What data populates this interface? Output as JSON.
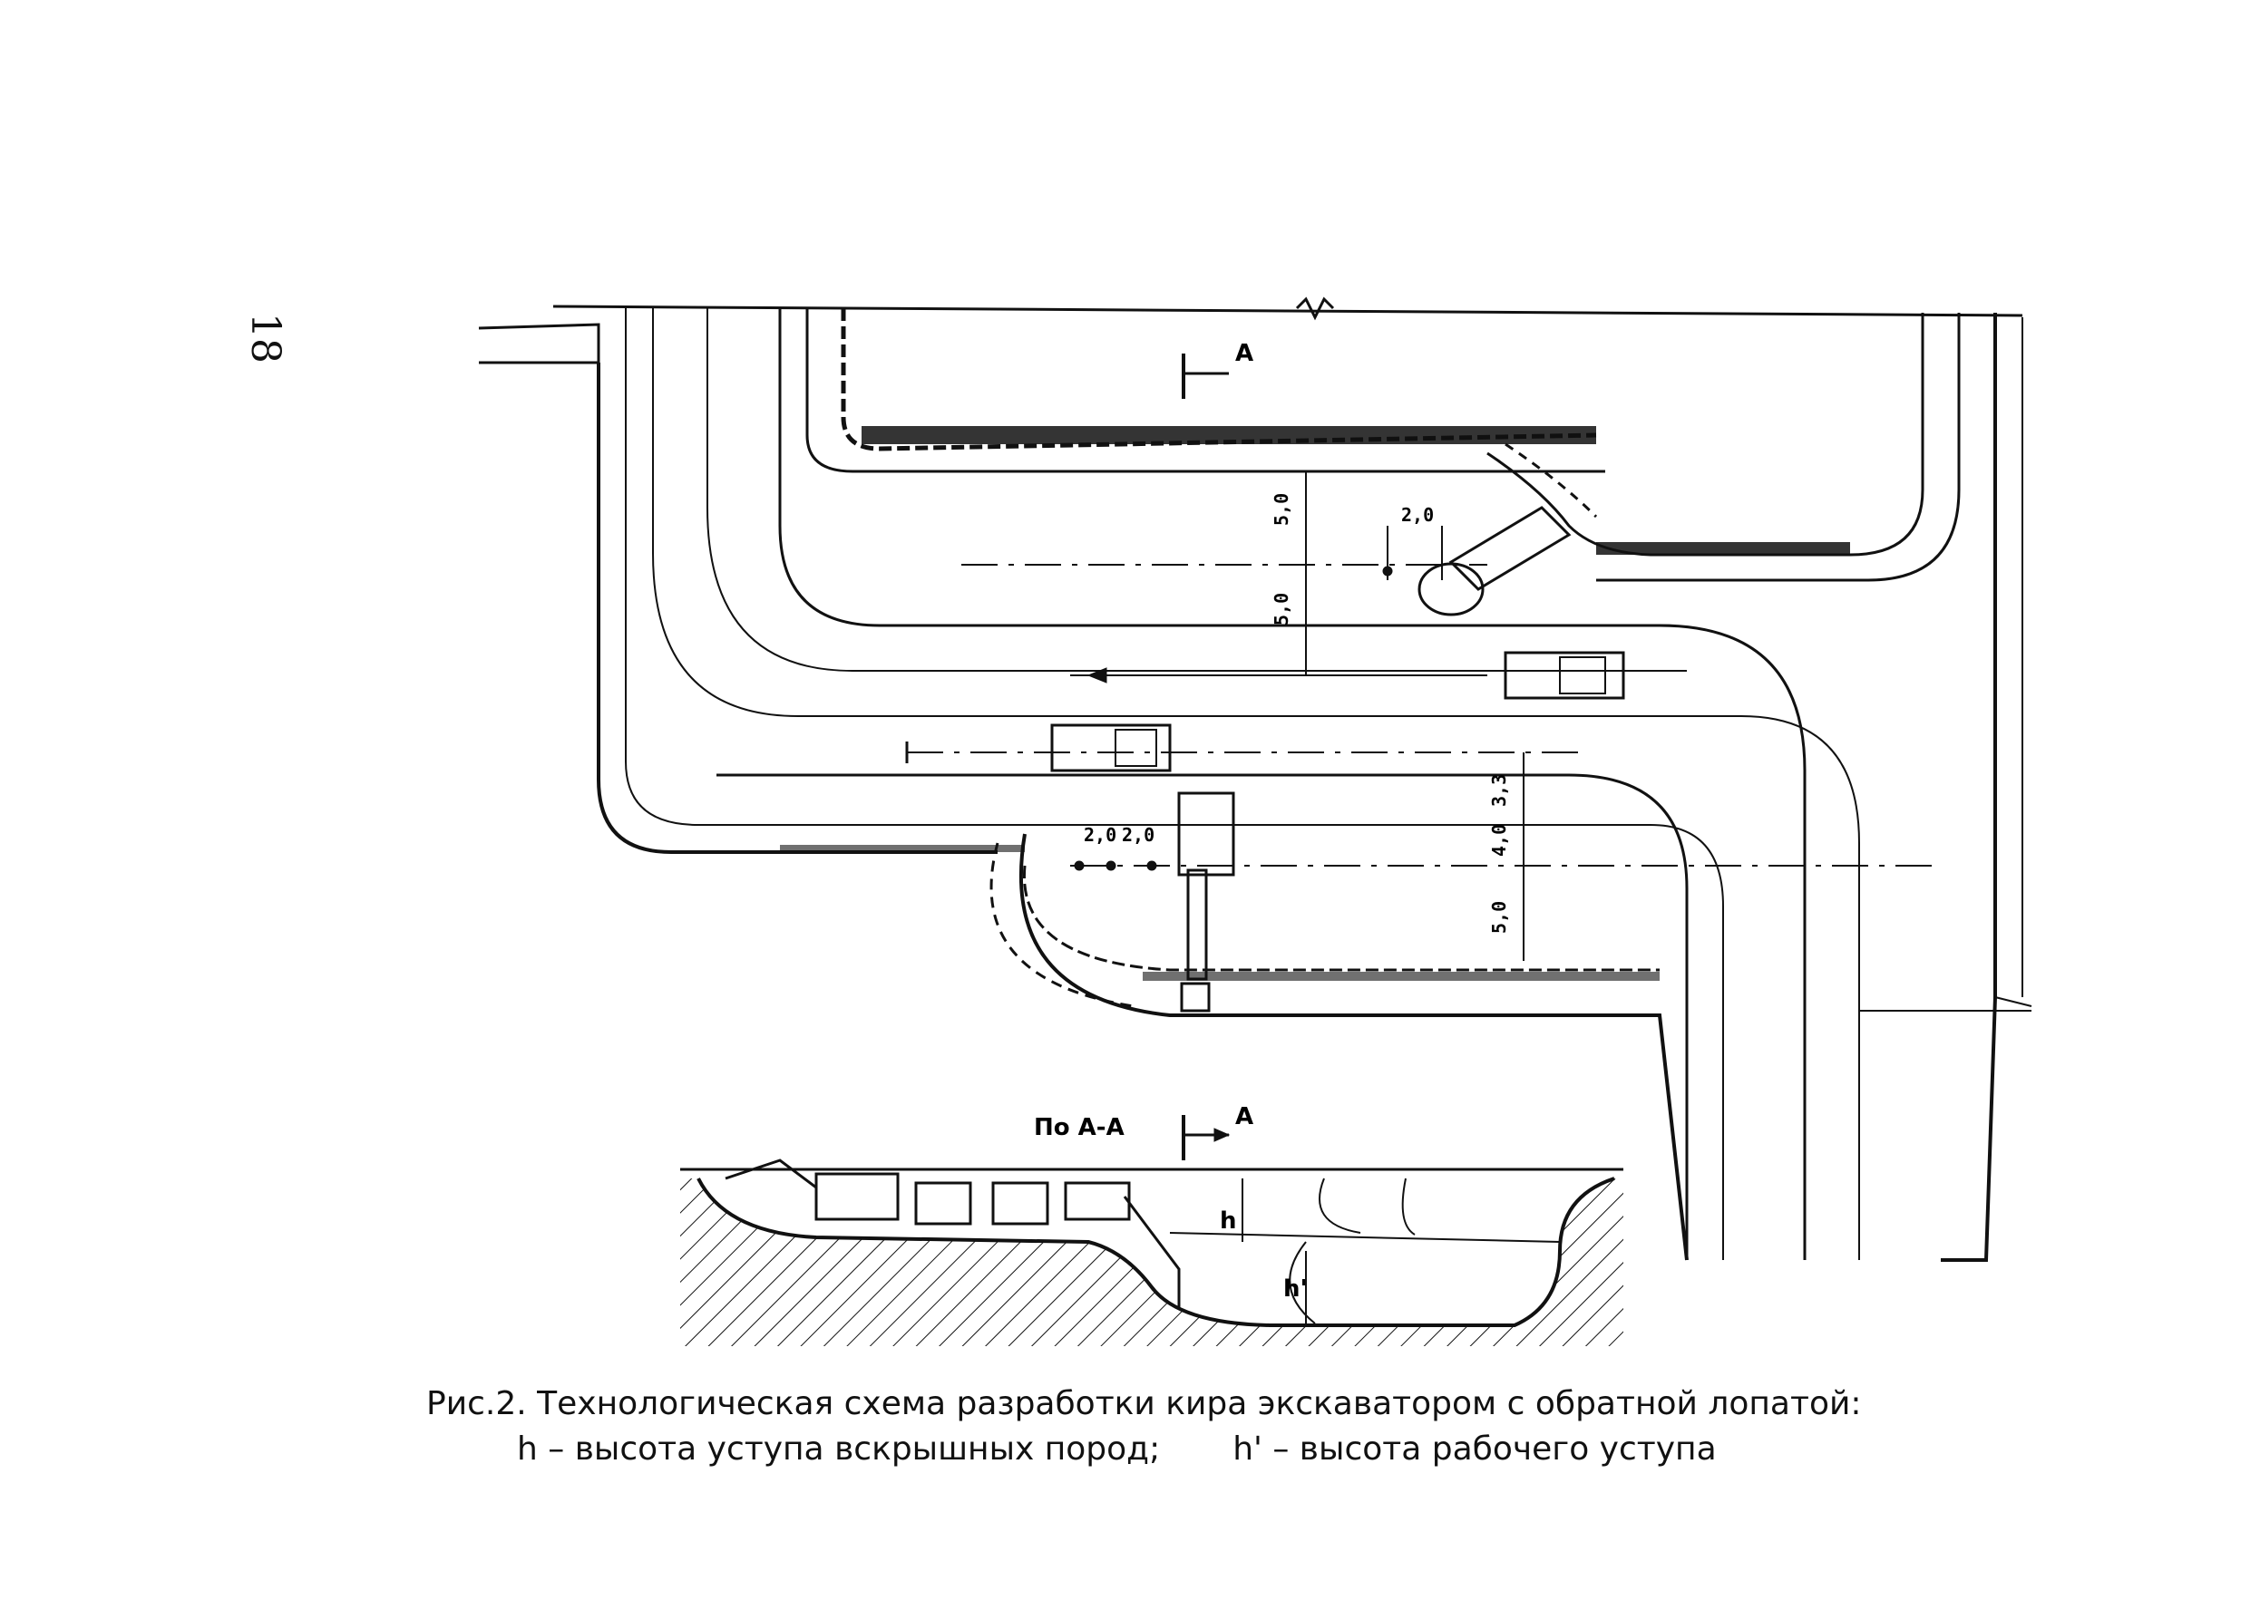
{
  "page": {
    "number": "18"
  },
  "plan": {
    "section_mark": "A",
    "dimensions": {
      "upper_a": "5,0",
      "upper_b": "5,0",
      "offset_top": "2,0",
      "right_a": "3,3",
      "right_b": "4,0",
      "right_c": "5,0",
      "offset_low_a": "2,0",
      "offset_low_b": "2,0"
    }
  },
  "section": {
    "title": "По А-А",
    "mark": "A",
    "h_label": "h",
    "h2_label": "h'"
  },
  "caption": {
    "line1": "Рис.2. Технологическая схема разработки кира экскаватором с обратной лопатой:",
    "h_term": "h",
    "h_def": " – высота уступа вскрышных пород;",
    "h2_term": "h'",
    "h2_def": " – высота рабочего уступа"
  },
  "colors": {
    "ink": "#111111",
    "paper": "#ffffff"
  }
}
